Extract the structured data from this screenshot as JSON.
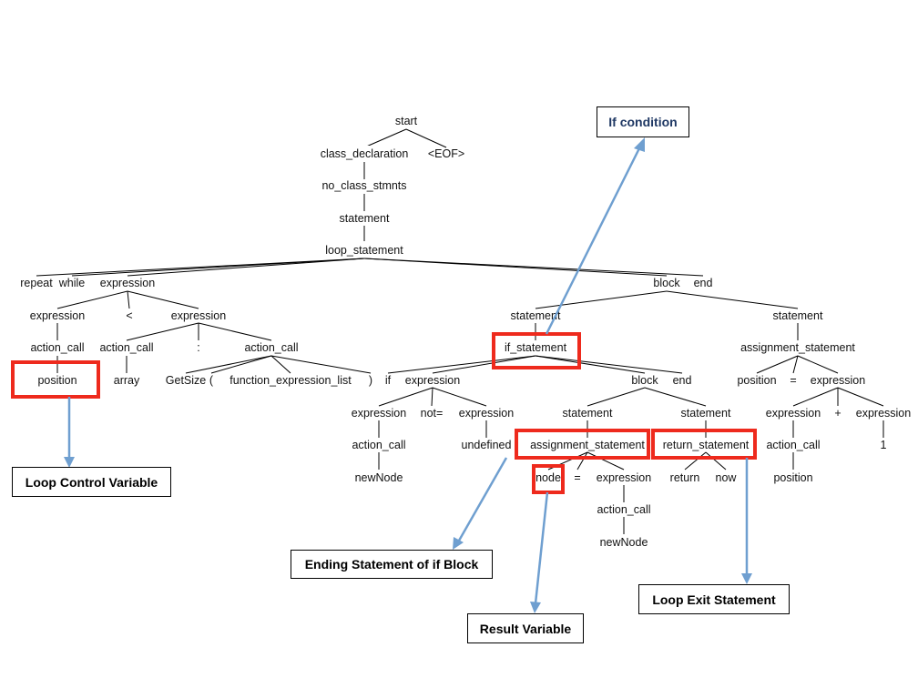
{
  "tree": {
    "start": "start",
    "class_declaration": "class_declaration",
    "eof": "<EOF>",
    "no_class_stmnts": "no_class_stmnts",
    "statement_top": "statement",
    "loop_statement": "loop_statement",
    "repeat": "repeat",
    "while": "while",
    "expression_main": "expression",
    "block_main": "block",
    "end_main": "end",
    "expression_left": "expression",
    "less_than": "<",
    "expression_right": "expression",
    "action_call_1": "action_call",
    "position_1": "position",
    "action_call_2": "action_call",
    "array": "array",
    "colon": ":",
    "action_call_3": "action_call",
    "getsize": "GetSize",
    "open_paren": "(",
    "function_expression_list": "function_expression_list",
    "close_paren": ")",
    "statement_mid": "statement",
    "if_statement": "if_statement",
    "if_kw": "if",
    "expression_if": "expression",
    "block_if": "block",
    "end_if": "end",
    "expression_cond_left": "expression",
    "not_equal": "not=",
    "expression_cond_right": "expression",
    "action_call_4": "action_call",
    "newnode_1": "newNode",
    "undefined": "undefined",
    "statement_block_1": "statement",
    "statement_block_2": "statement",
    "assignment_statement_1": "assignment_statement",
    "return_statement": "return_statement",
    "node": "node",
    "equals_1": "=",
    "expression_assign": "expression",
    "return_kw": "return",
    "now": "now",
    "action_call_5": "action_call",
    "newnode_2": "newNode",
    "statement_right": "statement",
    "assignment_statement_2": "assignment_statement",
    "position_2": "position",
    "equals_2": "=",
    "expression_r": "expression",
    "expression_r_left": "expression",
    "plus": "+",
    "expression_r_right": "expression",
    "action_call_6": "action_call",
    "one": "1",
    "position_3": "position"
  },
  "callouts": {
    "if_condition": "If condition",
    "loop_control_variable": "Loop Control Variable",
    "ending_statement": "Ending Statement of if Block",
    "result_variable": "Result Variable",
    "loop_exit_statement": "Loop Exit Statement"
  },
  "colors": {
    "highlight": "#ee2a1d",
    "arrow": "#6f9fd0",
    "callout_title": "#1f3864"
  }
}
